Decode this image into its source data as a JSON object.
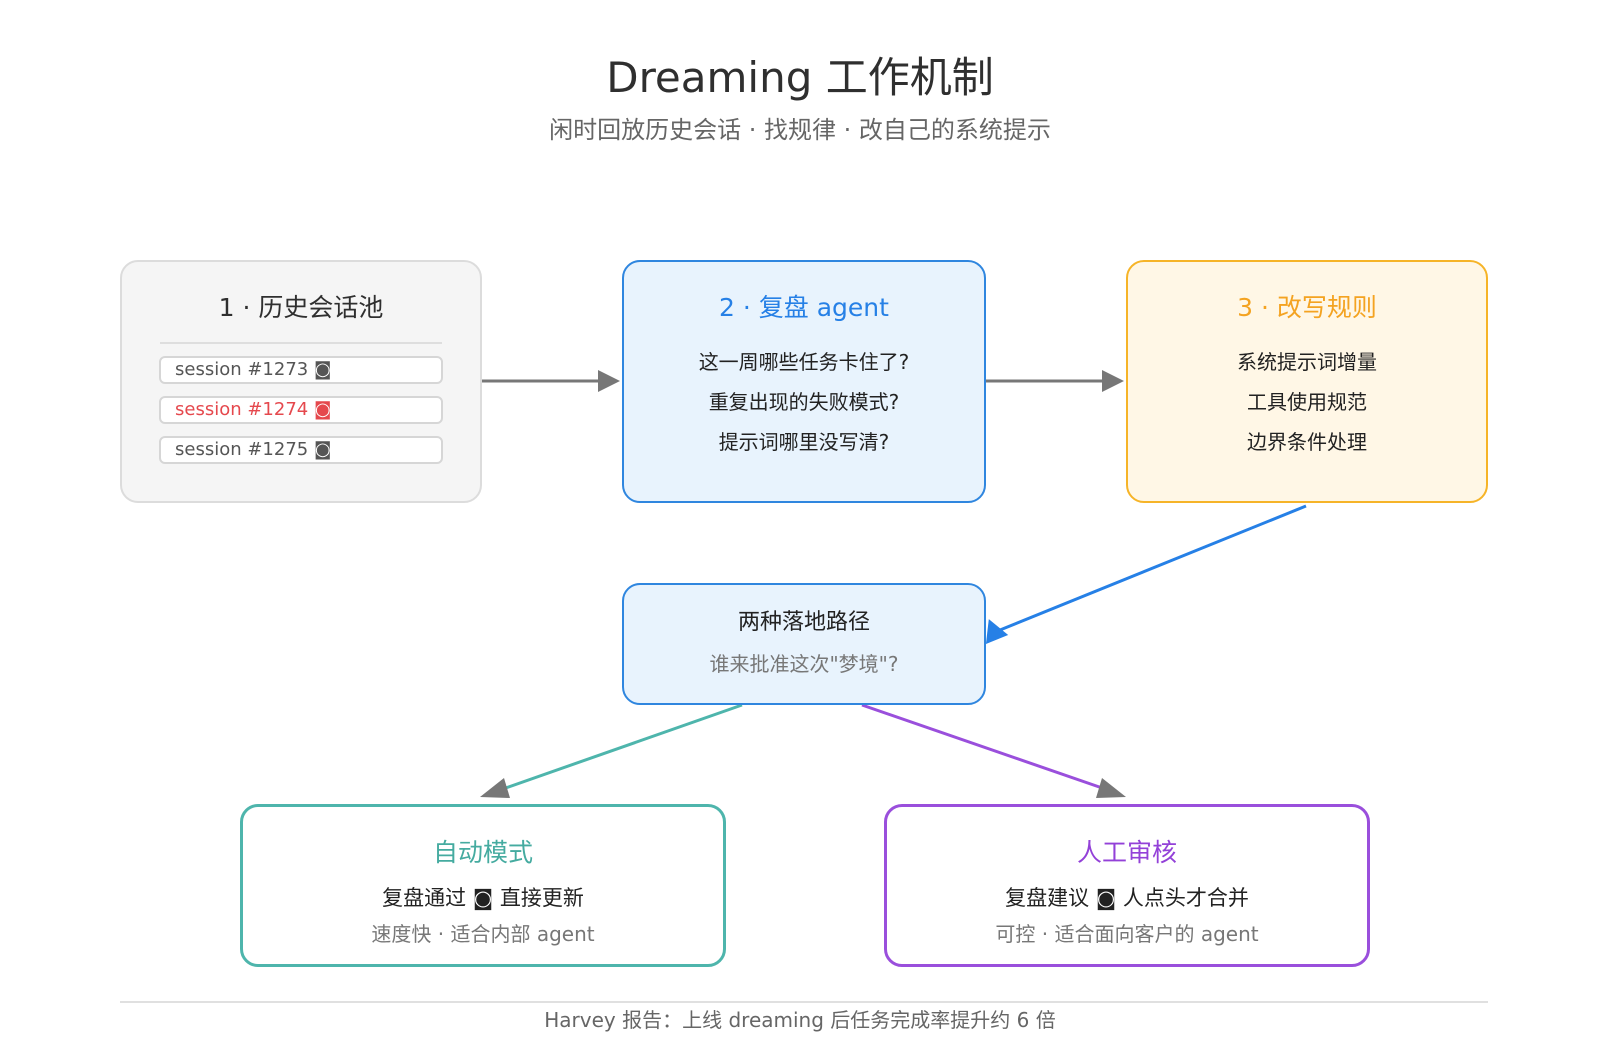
{
  "title": "Dreaming 工作机制",
  "subtitle": "闲时回放历史会话 · 找规律 · 改自己的系统提示",
  "nodes": {
    "history": {
      "title": "1 · 历史会话池",
      "sessions": [
        "session #1273 ◙",
        "session #1274 ◙",
        "session #1275 ◙"
      ]
    },
    "review": {
      "title": "2 · 复盘 agent",
      "lines": [
        "这一周哪些任务卡住了?",
        "重复出现的失败模式?",
        "提示词哪里没写清?"
      ]
    },
    "rewrite": {
      "title": "3 · 改写规则",
      "lines": [
        "系统提示词增量",
        "工具使用规范",
        "边界条件处理"
      ]
    },
    "paths": {
      "title": "两种落地路径",
      "note": "谁来批准这次\"梦境\"?"
    },
    "auto": {
      "title": "自动模式",
      "main": "复盘通过 ◙ 直接更新",
      "sub": "速度快 · 适合内部 agent"
    },
    "manual": {
      "title": "人工审核",
      "main": "复盘建议 ◙ 人点头才合并",
      "sub": "可控 · 适合面向客户的 agent"
    }
  },
  "footer": "Harvey 报告：上线 dreaming 后任务完成率提升约 6 倍",
  "colors": {
    "blue": "#2680e6",
    "orange": "#f4a321",
    "teal": "#45aba0",
    "purple": "#9341d8",
    "highlight": "#e5484d",
    "gray_arrow": "#777777"
  }
}
